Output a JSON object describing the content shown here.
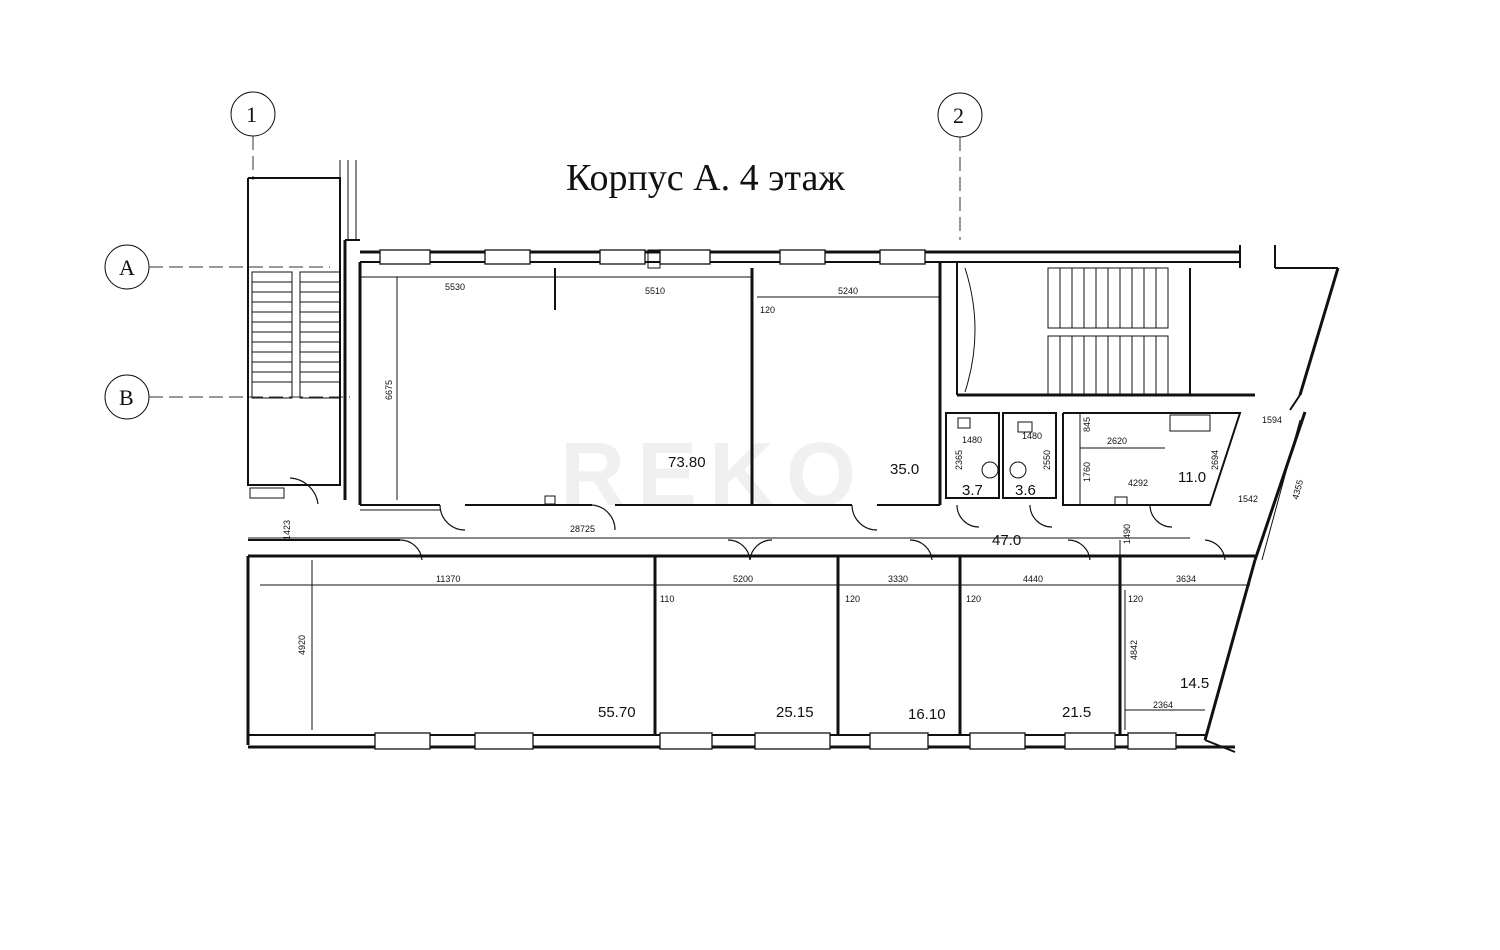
{
  "title": "Корпус А. 4 этаж",
  "axes": {
    "col1": "1",
    "col2": "2",
    "rowA": "А",
    "rowB": "В"
  },
  "watermark": "REKO",
  "rooms": {
    "r1": "73.80",
    "r2": "35.0",
    "wc1": "3.7",
    "wc2": "3.6",
    "r3": "11.0",
    "corridor": "47.0",
    "r4": "55.70",
    "r5": "25.15",
    "r6": "16.10",
    "r7": "21.5",
    "r8": "14.5"
  },
  "dims": {
    "d5530": "5530",
    "d5510": "5510",
    "d5240": "5240",
    "d120a": "120",
    "d6675": "6675",
    "d1480a": "1480",
    "d1480b": "1480",
    "d2365": "2365",
    "d2550": "2550",
    "d845": "845",
    "d2620": "2620",
    "d1760": "1760",
    "d4292": "4292",
    "d2694": "2694",
    "d1594": "1594",
    "d1542": "1542",
    "d4355": "4355",
    "d1423": "1423",
    "d28725": "28725",
    "d1490": "1490",
    "d11370": "11370",
    "d5200": "5200",
    "d3330": "3330",
    "d4440": "4440",
    "d3634": "3634",
    "d110": "110",
    "d120b": "120",
    "d120c": "120",
    "d120d": "120",
    "d4920": "4920",
    "d4842": "4842",
    "d2364": "2364"
  }
}
